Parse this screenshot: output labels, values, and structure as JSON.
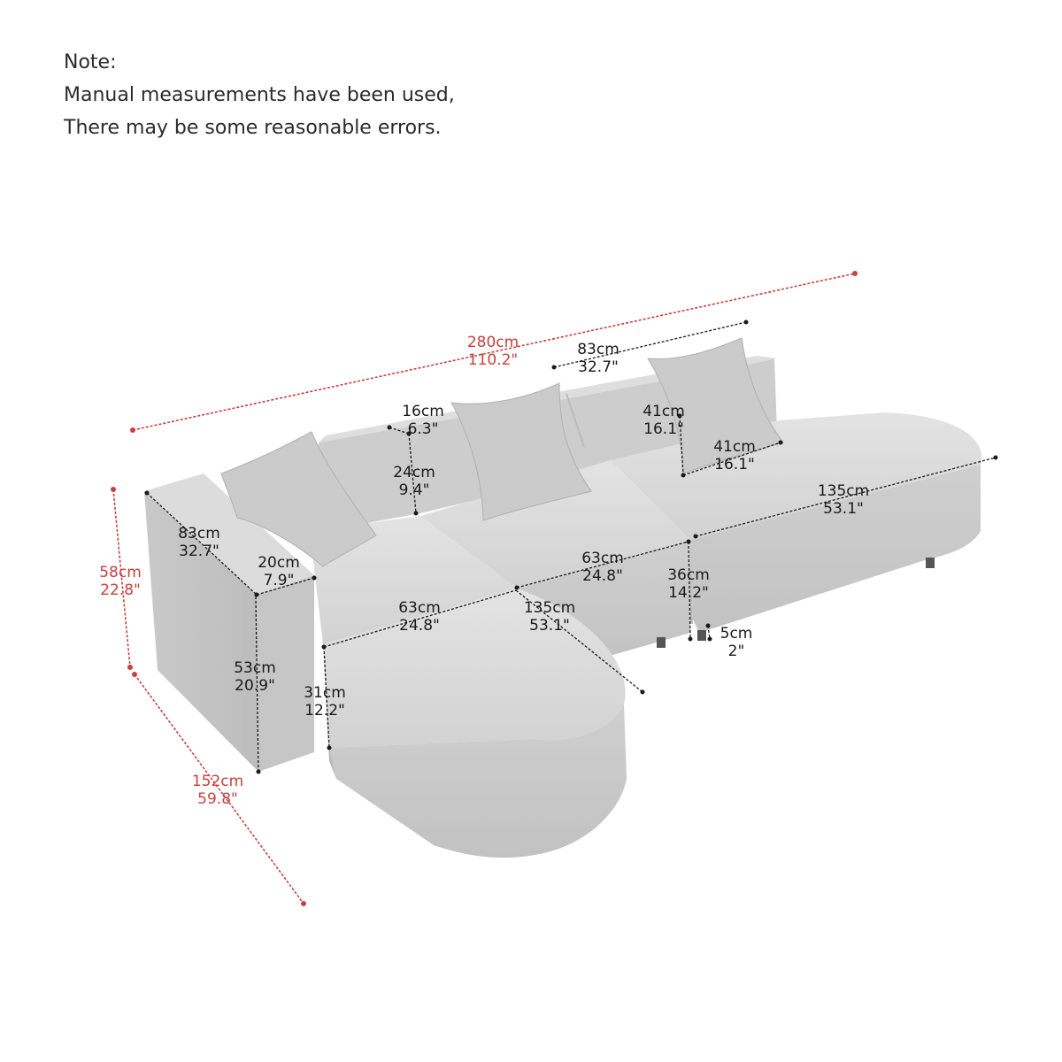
{
  "note": {
    "title": "Note:",
    "line1": "Manual measurements have been used,",
    "line2": "There may be some reasonable errors."
  },
  "colors": {
    "accent": "#c8403f",
    "ink": "#1a1a1a",
    "fabric": "#d9d9d9",
    "fabric_shade": "#c8c8c8",
    "fabric_dark": "#b5b5b5"
  },
  "dimensions": {
    "overall_length": {
      "cm": "280cm",
      "in": "110.2\""
    },
    "overall_height": {
      "cm": "58cm",
      "in": "22.8\""
    },
    "chaise_length": {
      "cm": "152cm",
      "in": "59.8\""
    },
    "back_cushion_width": {
      "cm": "83cm",
      "in": "32.7\""
    },
    "back_top_depth": {
      "cm": "16cm",
      "in": "6.3\""
    },
    "back_height": {
      "cm": "24cm",
      "in": "9.4\""
    },
    "pillow_height": {
      "cm": "41cm",
      "in": "16.1\""
    },
    "pillow_width": {
      "cm": "41cm",
      "in": "16.1\""
    },
    "right_chaise_length": {
      "cm": "135cm",
      "in": "53.1\""
    },
    "arm_depth": {
      "cm": "83cm",
      "in": "32.7\""
    },
    "arm_width": {
      "cm": "20cm",
      "in": "7.9\""
    },
    "seat_width_middle": {
      "cm": "63cm",
      "in": "24.8\""
    },
    "seat_width_left": {
      "cm": "63cm",
      "in": "24.8\""
    },
    "left_chaise_length": {
      "cm": "135cm",
      "in": "53.1\""
    },
    "seat_height": {
      "cm": "36cm",
      "in": "14.2\""
    },
    "leg_height": {
      "cm": "5cm",
      "in": "2\""
    },
    "arm_height": {
      "cm": "53cm",
      "in": "20.9\""
    },
    "ottoman_height": {
      "cm": "31cm",
      "in": "12.2\""
    }
  }
}
